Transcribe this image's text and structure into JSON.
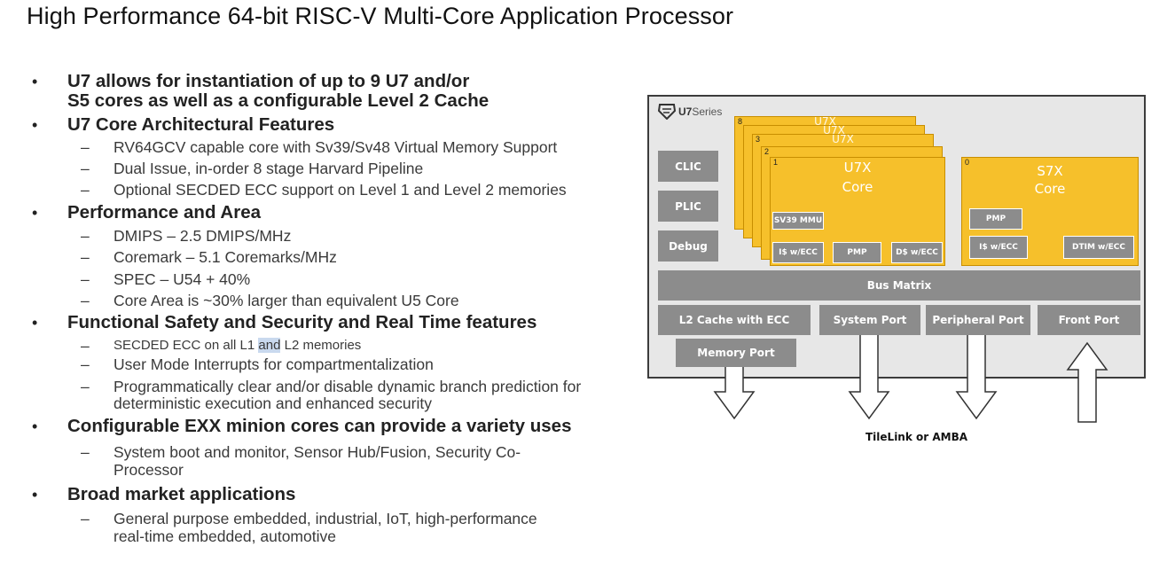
{
  "title": "High Performance 64-bit RISC-V Multi-Core Application Processor",
  "bullets": [
    {
      "text_lines": [
        "U7 allows for instantiation of up to 9 U7 and/or",
        "S5 cores as well as a configurable Level 2 Cache"
      ],
      "sub": []
    },
    {
      "text_lines": [
        "U7 Core Architectural Features"
      ],
      "sub": [
        [
          "RV64GCV capable core with Sv39/Sv48 Virtual Memory Support"
        ],
        [
          "Dual Issue, in-order 8 stage Harvard Pipeline"
        ],
        [
          "Optional SECDED ECC support on Level 1 and Level 2 memories"
        ]
      ]
    },
    {
      "text_lines": [
        "Performance and Area"
      ],
      "sub": [
        [
          "DMIPS – 2.5 DMIPS/MHz"
        ],
        [
          "Coremark – 5.1 Coremarks/MHz"
        ],
        [
          "SPEC – U54 + 40%"
        ],
        [
          "Core Area is ~30% larger than equivalent U5 Core"
        ]
      ]
    },
    {
      "text_lines": [
        "Functional Safety and Security and Real Time features"
      ],
      "sub": [
        [
          "SECDED ECC on all L1 ",
          "and",
          " L2 memories"
        ],
        [
          "User Mode Interrupts for compartmentalization"
        ],
        [
          "Programmatically clear and/or disable dynamic branch prediction for",
          "deterministic execution and enhanced security"
        ]
      ]
    },
    {
      "text_lines": [
        "Configurable EXX minion cores can provide a variety uses"
      ],
      "sub": [
        [
          "System boot and monitor, Sensor Hub/Fusion, Security Co-",
          "Processor"
        ]
      ]
    },
    {
      "text_lines": [
        "Broad market applications"
      ],
      "sub": [
        [
          "General purpose embedded, industrial, IoT, high-performance",
          "real-time embedded, automotive"
        ]
      ]
    }
  ],
  "bullet_glyph": "•",
  "dash_glyph": "–",
  "diagram": {
    "logo": {
      "icon": "sifive-logo-icon",
      "brand": "U7",
      "series": "Series"
    },
    "left_blocks": [
      "CLIC",
      "PLIC",
      "Debug"
    ],
    "u7_stack_numbers": [
      "8",
      "3",
      "2",
      "1"
    ],
    "u7_shadow_titles": [
      "U7X",
      "U7X",
      "U7X"
    ],
    "u7_core": {
      "number": "1",
      "title_line1": "U7X",
      "title_line2": "Core",
      "mmu": "SV39 MMU",
      "icache": "I$ w/ECC",
      "pmp": "PMP",
      "dcache": "D$ w/ECC"
    },
    "s7_core": {
      "number": "0",
      "title_line1": "S7X",
      "title_line2": "Core",
      "pmp": "PMP",
      "icache": "I$ w/ECC",
      "dtim": "DTIM w/ECC"
    },
    "bus_matrix": "Bus Matrix",
    "ports": [
      "L2 Cache with ECC",
      "System Port",
      "Peripheral Port",
      "Front Port"
    ],
    "memory_port": "Memory Port",
    "interconnect_label": "TileLink or AMBA",
    "colors": {
      "core_yellow": "#f6c02b",
      "block_gray": "#8c8c8c",
      "frame_bg": "#e7e7e7",
      "frame_border": "#3c3c3c"
    }
  }
}
